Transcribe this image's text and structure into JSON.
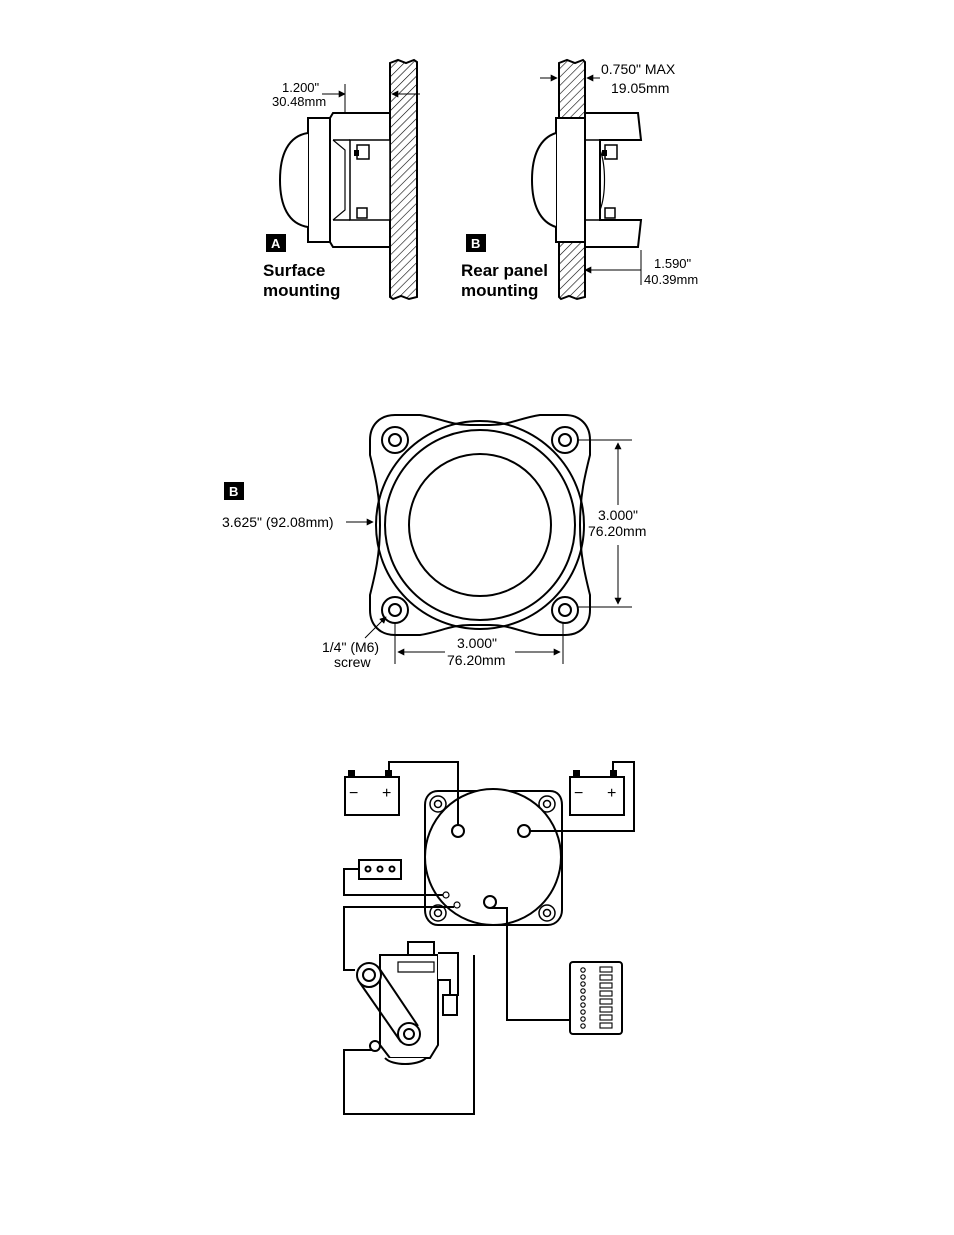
{
  "mounting": {
    "surface": {
      "badge": "A",
      "title_line1": "Surface",
      "title_line2": "mounting",
      "dim_in": "1.200\"",
      "dim_mm": "30.48mm"
    },
    "rear": {
      "badge": "B",
      "title_line1": "Rear panel",
      "title_line2": "mounting",
      "thickness_in": "0.750\" MAX",
      "thickness_mm": "19.05mm",
      "depth_in": "1.590\"",
      "depth_mm": "40.39mm"
    }
  },
  "footprint": {
    "badge": "B",
    "cutout": "3.625\" (92.08mm)",
    "vertical_in": "3.000\"",
    "vertical_mm": "76.20mm",
    "horizontal_in": "3.000\"",
    "horizontal_mm": "76.20mm",
    "screw_line1": "1/4\" (M6)",
    "screw_line2": "screw"
  },
  "wiring": {
    "battery_minus": "−",
    "battery_plus": "+"
  }
}
